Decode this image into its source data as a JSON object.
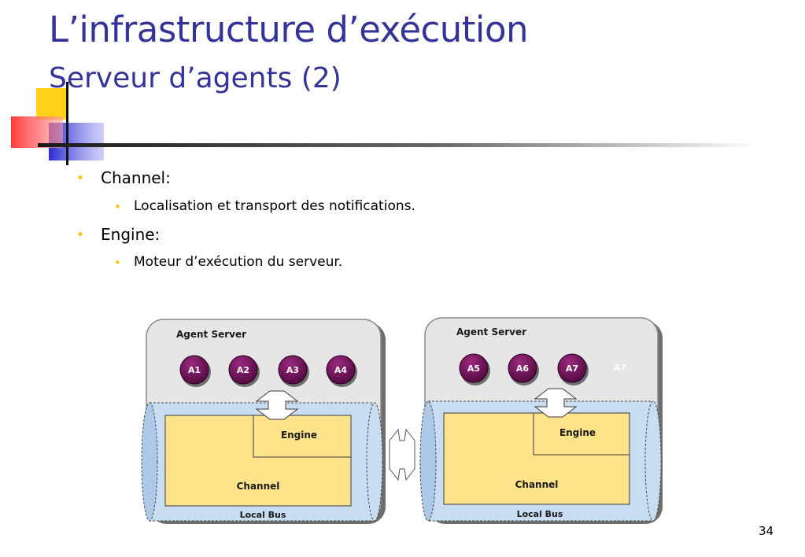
{
  "slide": {
    "title": "L’infrastructure d’exécution",
    "subtitle": "Serveur d’agents (2)",
    "page_number": "34"
  },
  "bullets": [
    {
      "text": "Channel:",
      "sub": [
        "Localisation et transport des notifications."
      ]
    },
    {
      "text": "Engine:",
      "sub": [
        "Moteur d’exécution du serveur."
      ]
    }
  ],
  "diagram": {
    "servers": [
      {
        "label": "Agent Server",
        "agents": [
          "A1",
          "A2",
          "A3",
          "A4"
        ],
        "engine_label": "Engine",
        "channel_label": "Channel",
        "bus_label": "Local Bus"
      },
      {
        "label": "Agent Server",
        "agents": [
          "A5",
          "A6",
          "A7"
        ],
        "ghost_agent": "A7",
        "engine_label": "Engine",
        "channel_label": "Channel",
        "bus_label": "Local Bus"
      }
    ]
  },
  "colors": {
    "title": "#33339a",
    "bullet": "#f5c400",
    "agent": "#6a0f52",
    "box_fill": "#ffe38a",
    "bus_fill": "#c8dcf2",
    "server_fill": "#e6e6e6"
  }
}
